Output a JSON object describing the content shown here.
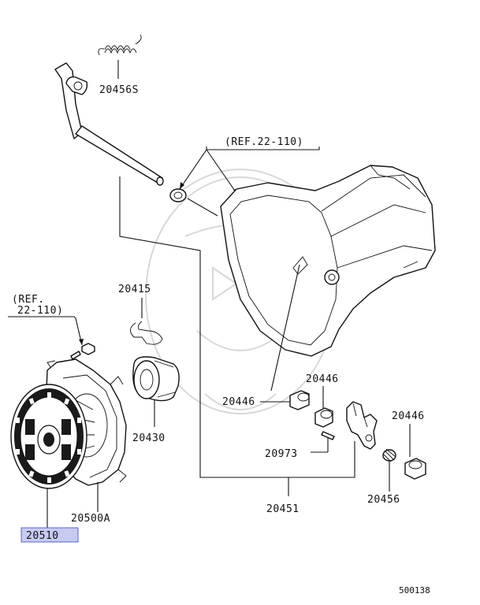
{
  "parts": {
    "spring": "20456S",
    "ref_top": "(REF.22-110)",
    "ref_left_line1": "(REF.",
    "ref_left_line2": "22-110)",
    "retainer_clip": "20415",
    "release_bearing": "20430",
    "clutch_cover": "20500A",
    "clutch_disc": "20510",
    "bushing_a": "20446",
    "bushing_b": "20446",
    "bushing_c": "20446",
    "pin": "20973",
    "fork_assembly": "20451",
    "fork_spring": "20456"
  },
  "highlight": {
    "part": "20510",
    "color": "#c7cbf2",
    "border": "#5b64c8"
  },
  "diagram_number": "500138"
}
